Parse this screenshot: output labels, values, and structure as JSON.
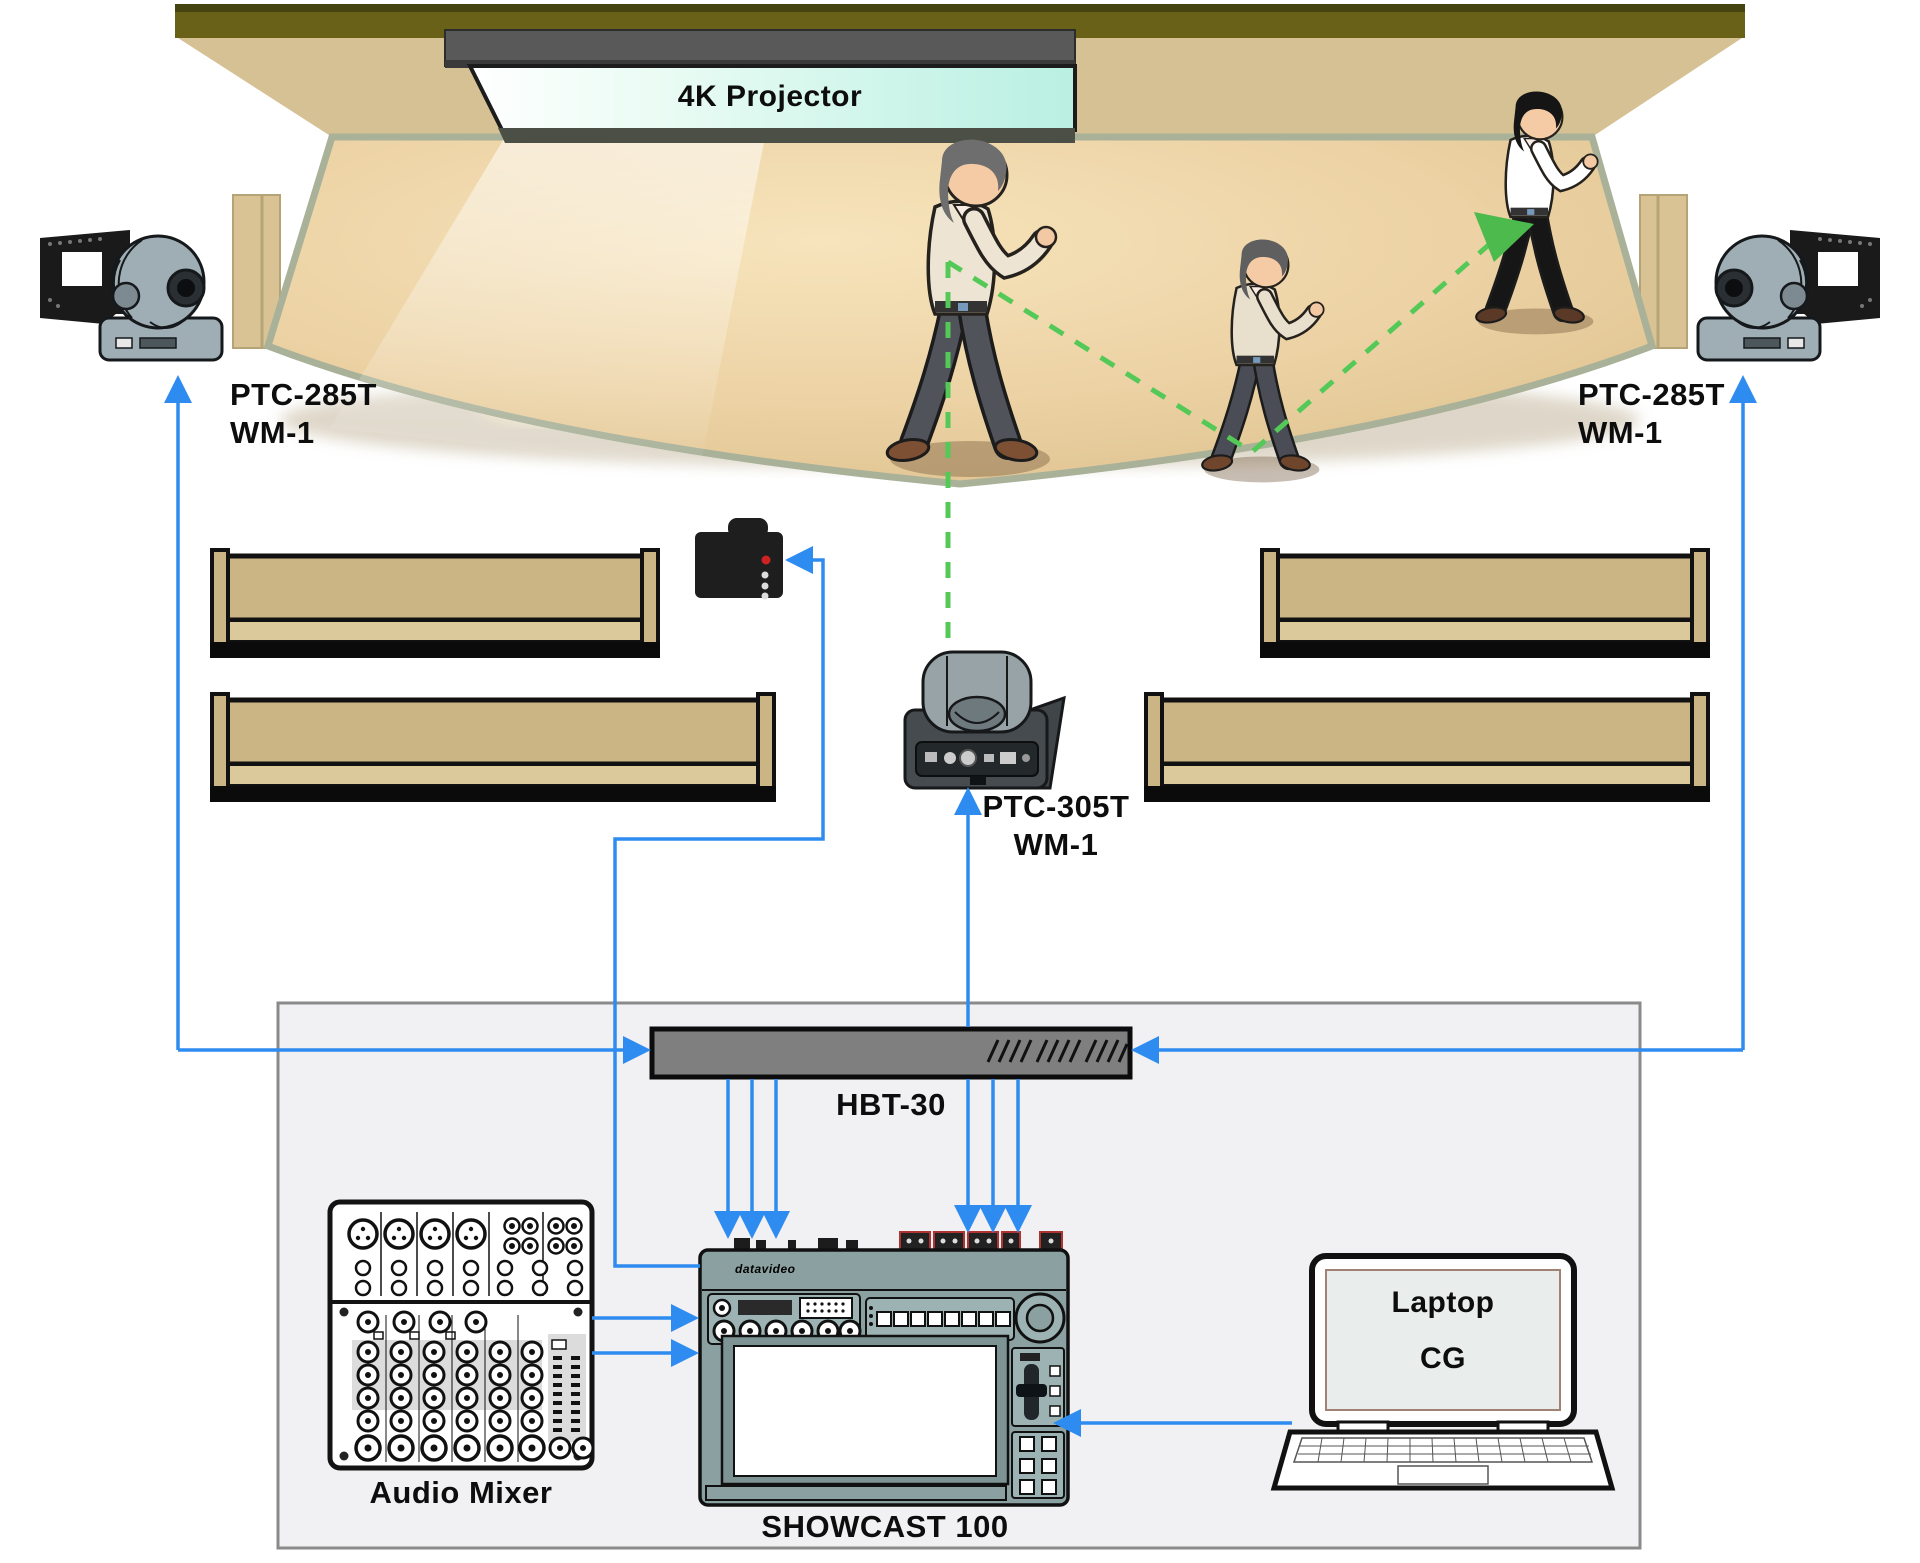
{
  "diagram": {
    "projector_screen_label": "4K Projector",
    "left_camera_label": {
      "model": "PTC-285T",
      "mount": "WM-1"
    },
    "right_camera_label": {
      "model": "PTC-285T",
      "mount": "WM-1"
    },
    "center_camera_label": {
      "model": "PTC-305T",
      "mount": "WM-1"
    },
    "receiver_label": "HBT-30",
    "mixer_label": "Audio Mixer",
    "switcher_label": "SHOWCAST 100",
    "switcher_brand": "datavideo",
    "laptop_label": {
      "line1": "Laptop",
      "line2": "CG"
    },
    "colors": {
      "signal_blue": "#2e8bf0",
      "tracking_green": "#55c958",
      "stage_tan": "#e8cfa0",
      "ceiling_olive": "#6a6118",
      "bench_tan": "#cbb584",
      "receiver_gray": "#7f7f7f",
      "console_teal": "#8ba1a1",
      "control_room_gray": "#f1f1f3"
    }
  }
}
